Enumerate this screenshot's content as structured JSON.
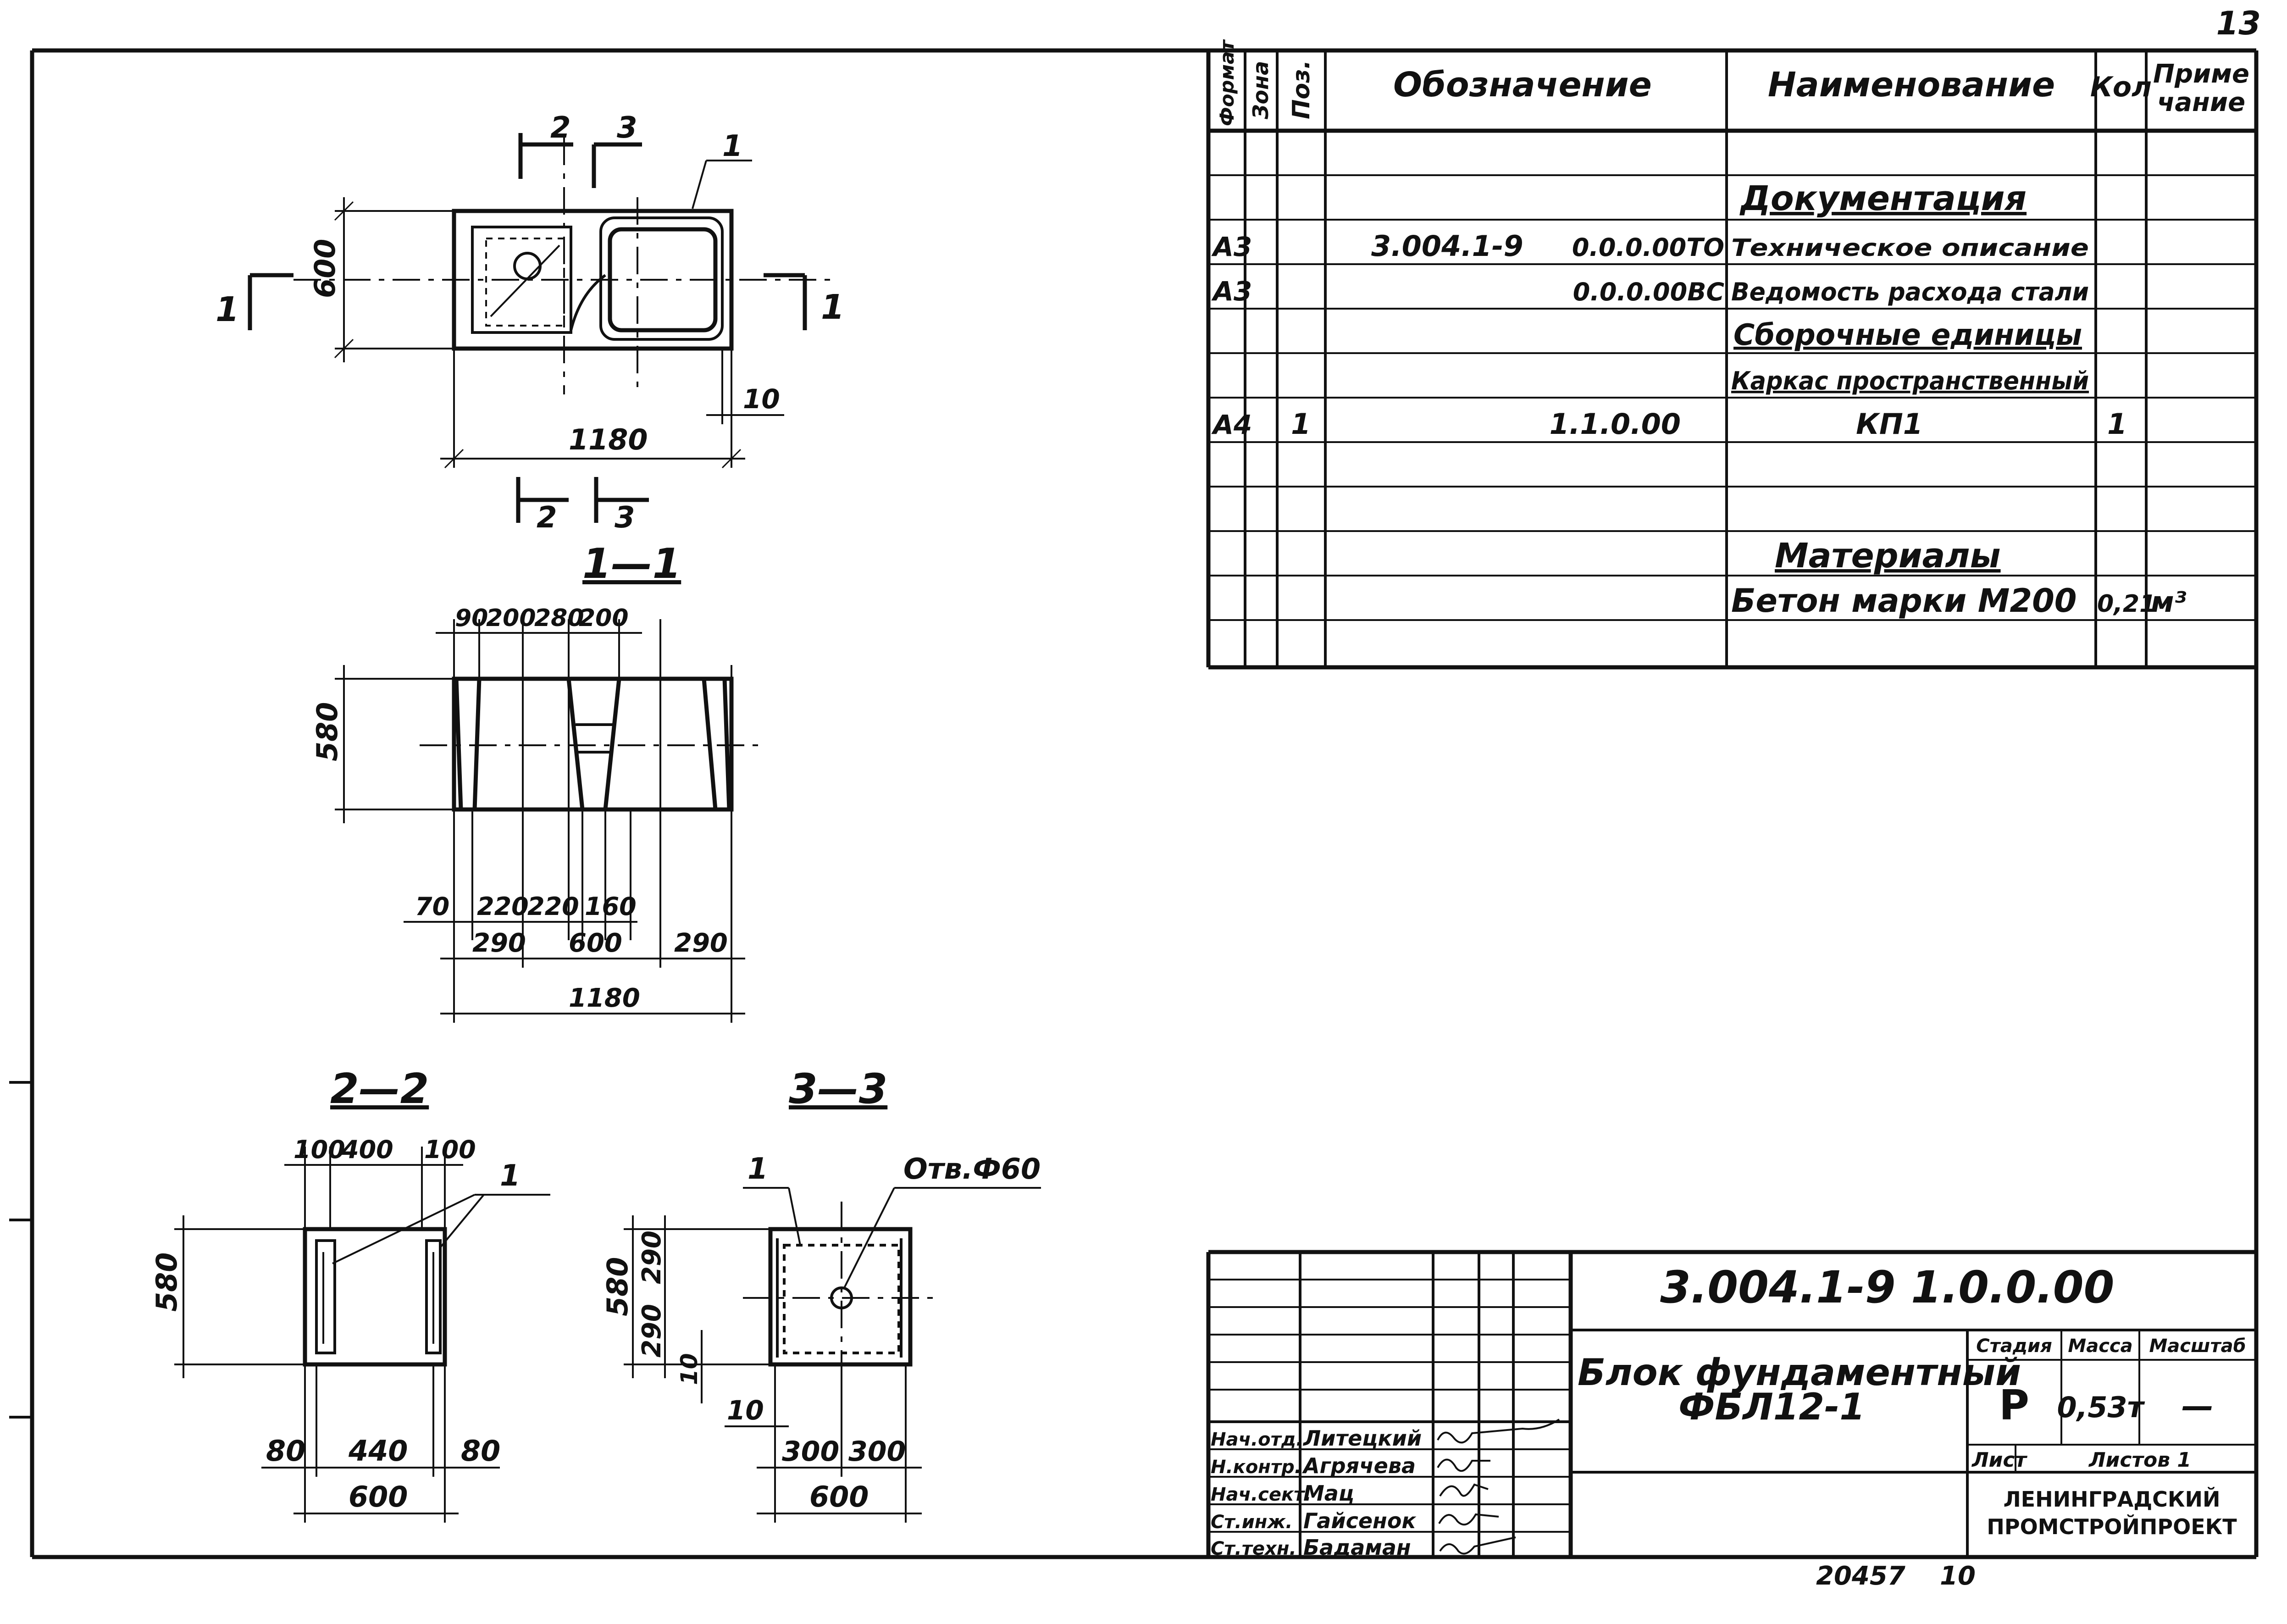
{
  "page_number": "13",
  "spec_table": {
    "headers": {
      "format": "Формат",
      "zone": "Зона",
      "position": "Поз.",
      "designation": "Обозначение",
      "name": "Наименование",
      "qty": "Кол",
      "note_line1": "Приме",
      "note_line2": "чание"
    },
    "rows": [
      {
        "format": "",
        "pos": "",
        "des_a": "",
        "des_b": "",
        "name": "",
        "qty": "",
        "note": ""
      },
      {
        "format": "",
        "pos": "",
        "des_a": "",
        "des_b": "",
        "name": "Документация",
        "qty": "",
        "note": ""
      },
      {
        "format": "А3",
        "pos": "",
        "des_a": "3.004.1-9",
        "des_b": "0.0.0.00ТО",
        "name": "Техническое описание",
        "qty": "",
        "note": ""
      },
      {
        "format": "А3",
        "pos": "",
        "des_a": "",
        "des_b": "0.0.0.00ВС",
        "name": "Ведомость расхода стали",
        "qty": "",
        "note": ""
      },
      {
        "format": "",
        "pos": "",
        "des_a": "",
        "des_b": "",
        "name": "Сборочные единицы",
        "qty": "",
        "note": ""
      },
      {
        "format": "",
        "pos": "",
        "des_a": "",
        "des_b": "",
        "name": "Каркас пространственный",
        "qty": "",
        "note": ""
      },
      {
        "format": "А4",
        "pos": "1",
        "des_a": "",
        "des_b": "1.1.0.00",
        "name": "КП1",
        "qty": "1",
        "note": ""
      },
      {
        "format": "",
        "pos": "",
        "des_a": "",
        "des_b": "",
        "name": "",
        "qty": "",
        "note": ""
      },
      {
        "format": "",
        "pos": "",
        "des_a": "",
        "des_b": "",
        "name": "",
        "qty": "",
        "note": ""
      },
      {
        "format": "",
        "pos": "",
        "des_a": "",
        "des_b": "",
        "name": "Материалы",
        "qty": "",
        "note": ""
      },
      {
        "format": "",
        "pos": "",
        "des_a": "",
        "des_b": "",
        "name": "Бетон марки М200",
        "qty": "0,21",
        "note": "м³"
      },
      {
        "format": "",
        "pos": "",
        "des_a": "",
        "des_b": "",
        "name": "",
        "qty": "",
        "note": ""
      }
    ]
  },
  "title_block": {
    "code": "3.004.1-9  1.0.0.00",
    "title_line1": "Блок фундаментный",
    "title_line2": "ФБЛ12-1",
    "stage_label": "Стадия",
    "mass_label": "Масса",
    "scale_label": "Масштаб",
    "stage": "Р",
    "mass": "0,53т",
    "scale": "—",
    "sheet_label": "Лист",
    "sheets_label": "Листов 1",
    "org_line1": "ЛЕНИНГРАДСКИЙ",
    "org_line2": "ПРОМСТРОЙПРОЕКТ",
    "signatures": [
      {
        "role": "Нач.отд.",
        "name": "Литецкий"
      },
      {
        "role": "Н.контр.",
        "name": "Агрячева"
      },
      {
        "role": "Нач.сект.",
        "name": "Мац"
      },
      {
        "role": "Ст.инж.",
        "name": "Гайсенок"
      },
      {
        "role": "Ст.техн.",
        "name": "Бадаман"
      }
    ]
  },
  "bottom_numbers": {
    "archive": "20457",
    "page": "10"
  },
  "plan": {
    "dim_width": "1180",
    "dim_height": "600",
    "dim_offset": "10",
    "cut_1": "1",
    "cut_2": "2",
    "cut_3": "3",
    "leader_1": "1"
  },
  "section_1_1": {
    "title": "1—1",
    "top_dims": [
      "90",
      "200",
      "280",
      "200"
    ],
    "height": "580",
    "bottom_dims_row1": [
      "70",
      "220",
      "220",
      "160"
    ],
    "bottom_dims_row2": [
      "290",
      "600",
      "290"
    ],
    "total": "1180"
  },
  "section_2_2": {
    "title": "2—2",
    "top_dims": [
      "100",
      "400",
      "100"
    ],
    "height": "580",
    "bottom_dims": [
      "80",
      "440",
      "80"
    ],
    "total": "600",
    "leader": "1"
  },
  "section_3_3": {
    "title": "3—3",
    "hole_label": "Отв.Ф60",
    "leader": "1",
    "height": "580",
    "half_heights": [
      "290",
      "290"
    ],
    "dim_offset_a": "10",
    "dim_offset_b": "10",
    "bottom_dims": [
      "300",
      "300"
    ],
    "total": "600"
  }
}
